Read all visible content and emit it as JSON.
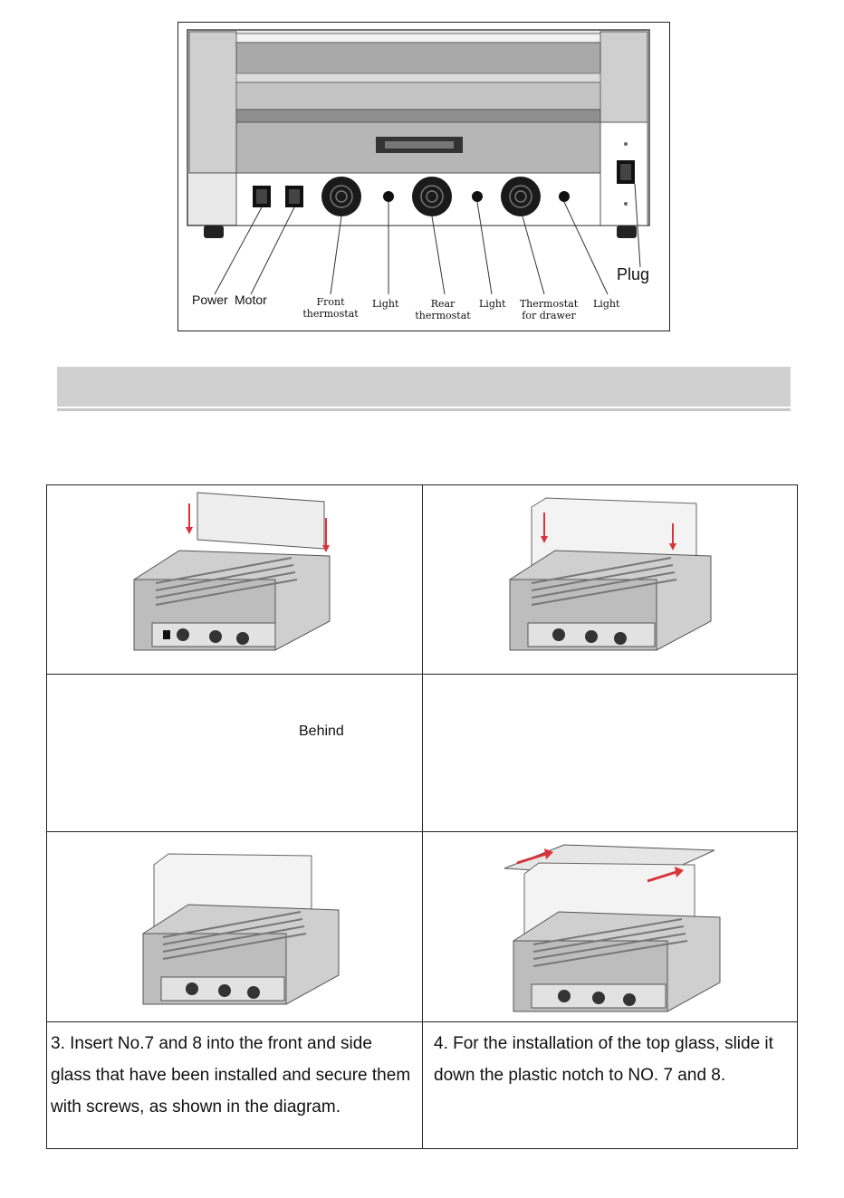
{
  "panel_labels": {
    "power": "Power",
    "motor": "Motor",
    "front_thermostat": [
      "Front",
      "thermostat"
    ],
    "light": "Light",
    "rear_thermostat": [
      "Rear",
      "thermostat"
    ],
    "drawer_thermostat": [
      "Thermostat",
      "for drawer"
    ],
    "plug": "Plug"
  },
  "steps": [
    {
      "text": ""
    },
    {
      "text": ""
    },
    {
      "text": "3.  Insert No.7 and 8 into the front and side glass that have been installed and secure them with screws, as shown in the diagram."
    },
    {
      "text": "4.  For the installation of the top glass, slide it down the plastic notch to NO. 7 and 8."
    }
  ],
  "step1_fragment": "Behind",
  "colors": {
    "section_bar": "#d0d0d0",
    "arrow": "#d9333a",
    "steel": "#bdbdbd"
  }
}
